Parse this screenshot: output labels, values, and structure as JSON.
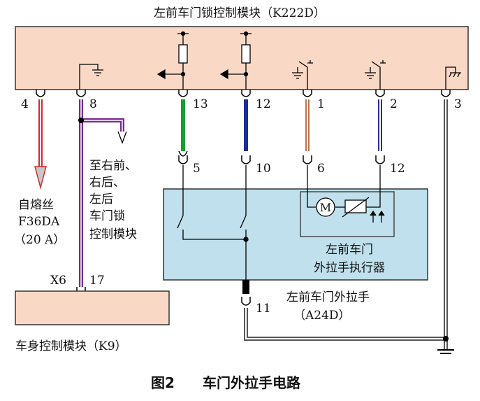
{
  "modules": {
    "door_lock_module": "左前车门锁控制模块（K222D）",
    "body_control_module": "车身控制模块（K9）",
    "outside_handle": "左前车门外拉手",
    "outside_handle_code": "（A24D）",
    "actuator_line1": "左前车门",
    "actuator_line2": "外拉手执行器",
    "motor_symbol": "M"
  },
  "fuse": {
    "line1": "自熔丝",
    "line2": "F36DA",
    "line3": "（20 A）"
  },
  "other_modules_note": [
    "至右前、",
    "右后、",
    "左后",
    "车门锁",
    "控制模块"
  ],
  "pins": {
    "k222d": [
      "4",
      "8",
      "13",
      "12",
      "1",
      "2",
      "3"
    ],
    "handle": [
      "5",
      "10",
      "6",
      "12",
      "11"
    ],
    "k9": [
      "X6",
      "17"
    ]
  },
  "wire_colors": {
    "red": "#d42a2a",
    "purple": "#7a2a8f",
    "green": "#12a12e",
    "blue": "#1a2d9a",
    "brown": "#b8764a",
    "navy_striped": "#2a2f9a",
    "gray": "#9a9a9a",
    "module_fill": "#f9d9c6",
    "handle_fill": "#bfe0ec"
  },
  "caption": {
    "figure": "图2",
    "title": "车门外拉手电路"
  }
}
